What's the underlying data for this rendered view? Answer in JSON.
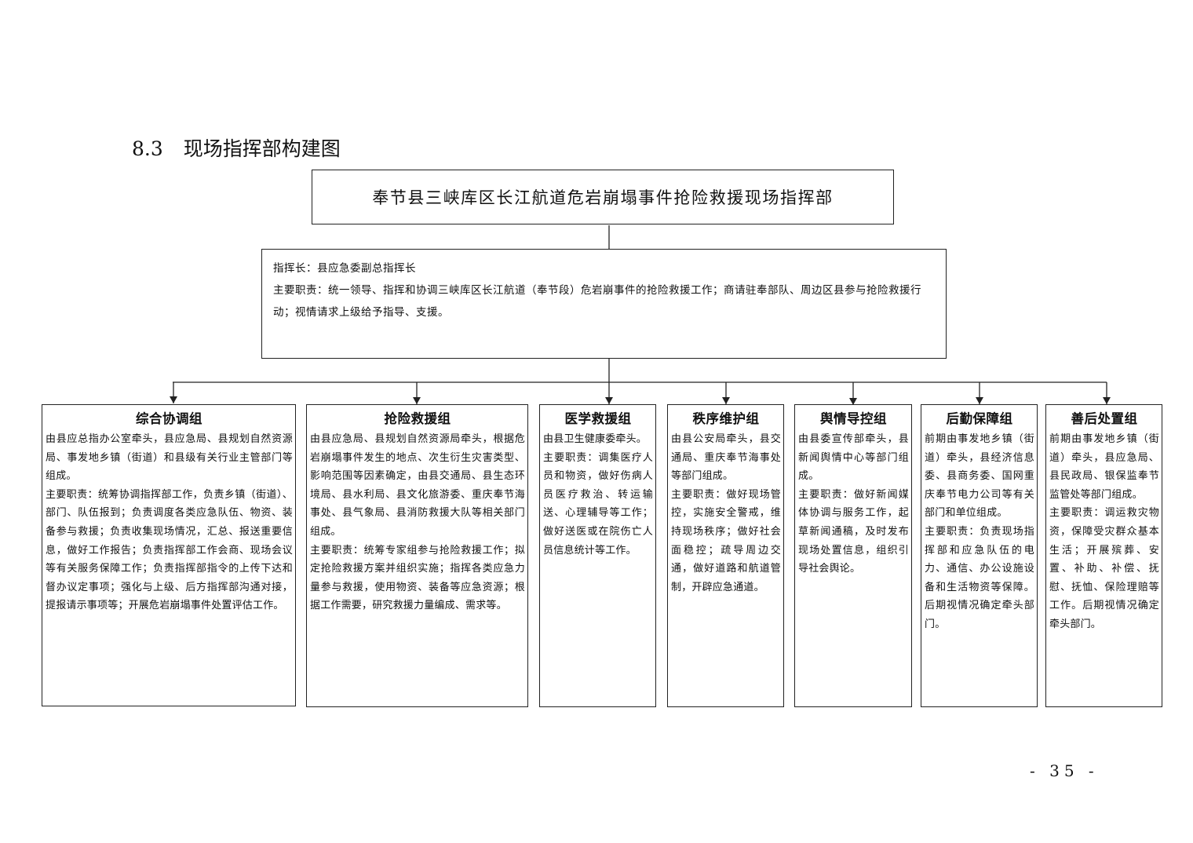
{
  "heading": {
    "number": "8.3",
    "title": "现场指挥部构建图"
  },
  "top_box": {
    "text": "奉节县三峡库区长江航道危岩崩塌事件抢险救援现场指挥部"
  },
  "commander_box": {
    "commander_line": "指挥长：县应急委副总指挥长",
    "duty_line": "主要职责：统一领导、指挥和协调三峡库区长江航道（奉节段）危岩崩事件的抢险救援工作；商请驻奉部队、周边区县参与抢险救援行动；视情请求上级给予指导、支援。"
  },
  "groups": [
    {
      "title": "综合协调组",
      "composition": "由县应总指办公室牵头，县应急局、县规划自然资源局、事发地乡镇（街道）和县级有关行业主管部门等组成。",
      "duties": "主要职责：统筹协调指挥部工作，负责乡镇（街道）、部门、队伍报到；负责调度各类应急队伍、物资、装备参与救援；负责收集现场情况，汇总、报送重要信息，做好工作报告；负责指挥部工作会商、现场会议等有关服务保障工作；负责指挥部指令的上传下达和督办议定事项；强化与上级、后方指挥部沟通对接，提报请示事项等；开展危岩崩塌事件处置评估工作。"
    },
    {
      "title": "抢险救援组",
      "composition": "由县应急局、县规划自然资源局牵头，根据危岩崩塌事件发生的地点、次生衍生灾害类型、影响范围等因素确定，由县交通局、县生态环境局、县水利局、县文化旅游委、重庆奉节海事处、县气象局、县消防救援大队等相关部门组成。",
      "duties": "主要职责：统筹专家组参与抢险救援工作；拟定抢险救援方案并组织实施；指挥各类应急力量参与救援，使用物资、装备等应急资源；根据工作需要，研究救援力量编成、需求等。"
    },
    {
      "title": "医学救援组",
      "composition": "由县卫生健康委牵头。",
      "duties": "主要职责：调集医疗人员和物资，做好伤病人员医疗救治、转运输送、心理辅导等工作；做好送医或在院伤亡人员信息统计等工作。"
    },
    {
      "title": "秩序维护组",
      "composition": "由县公安局牵头，县交通局、重庆奉节海事处等部门组成。",
      "duties": "主要职责：做好现场管控，实施安全警戒，维持现场秩序；做好社会面稳控；疏导周边交通，做好道路和航道管制，开辟应急通道。"
    },
    {
      "title": "舆情导控组",
      "composition": "由县委宣传部牵头，县新闻舆情中心等部门组成。",
      "duties": "主要职责：做好新闻媒体协调与服务工作，起草新闻通稿，及时发布现场处置信息，组织引导社会舆论。"
    },
    {
      "title": "后勤保障组",
      "composition": "前期由事发地乡镇（街道）牵头，县经济信息委、县商务委、国网重庆奉节电力公司等有关部门和单位组成。",
      "duties": "主要职责：负责现场指挥部和应急队伍的电力、通信、办公设施设备和生活物资等保障。后期视情况确定牵头部门。"
    },
    {
      "title": "善后处置组",
      "composition": "前期由事发地乡镇（街道）牵头，县应急局、县民政局、银保监奉节监管处等部门组成。",
      "duties": "主要职责：调运救灾物资，保障受灾群众基本生活；开展殡葬、安置、补助、补偿、抚慰、抚恤、保险理赔等工作。后期视情况确定牵头部门。"
    }
  ],
  "page_number": "- 35 -"
}
